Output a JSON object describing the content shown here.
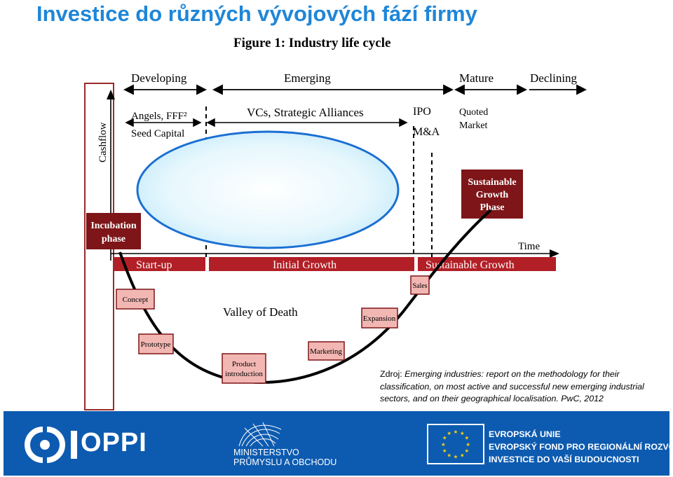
{
  "slide": {
    "title": "Investice do různých vývojových fází firmy"
  },
  "figure": {
    "title": "Figure 1: Industry life cycle",
    "stages": [
      "Developing",
      "Emerging",
      "Mature",
      "Declining"
    ],
    "investors": {
      "angels": "Angels, FFF²",
      "seed": "Seed Capital",
      "vcs": "VCs, Strategic Alliances",
      "ipo": "IPO",
      "ma": "M&A",
      "quoted1": "Quoted",
      "quoted2": "Market"
    },
    "axes": {
      "cashflow": "Cashflow",
      "time": "Time"
    },
    "phases": {
      "incubation1": "Incubation",
      "incubation2": "phase",
      "sustainable1": "Sustainable",
      "sustainable2": "Growth",
      "sustainable3": "Phase"
    },
    "growth_bars": [
      "Start-up",
      "Initial Growth",
      "Sustainable Growth"
    ],
    "valley": "Valley of Death",
    "milestones": {
      "concept": "Concept",
      "prototype": "Prototype",
      "product1": "Product",
      "product2": "introduction",
      "marketing": "Marketing",
      "expansion": "Expansion",
      "sales": "Sales"
    },
    "colors": {
      "dark_red": "#7e1518",
      "red_bar": "#b21f26",
      "box_fill": "#f2b7b3",
      "ellipse_fill": "#e6f7fd",
      "ellipse_stroke": "#1b6fd3",
      "frame": "#9a2a2a"
    }
  },
  "source": {
    "prefix": "Zdroj: ",
    "title": "Emerging industries",
    "rest": ": report on the methodology for their classification, on most active and successful new emerging industrial sectors, and on their geographical localisation. PwC, 2012"
  },
  "footer": {
    "oppi": "OPPI",
    "ministry1": "MINISTERSTVO",
    "ministry2": "PRŮMYSLU A OBCHODU",
    "eu1": "EVROPSKÁ UNIE",
    "eu2": "EVROPSKÝ FOND PRO REGIONÁLNÍ ROZVOJ",
    "eu3": "INVESTICE DO VAŠÍ BUDOUCNOSTI",
    "bg_color": "#0d5bb0"
  }
}
